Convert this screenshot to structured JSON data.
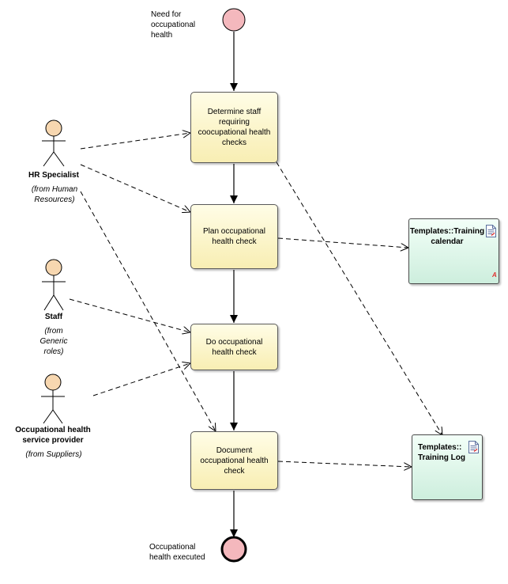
{
  "diagram": {
    "initial_node": {
      "label": "Need for occupational health"
    },
    "final_node": {
      "label": "Occupational health executed"
    },
    "actions": [
      {
        "id": "determine",
        "label": "Determine staff requiring coocupational health checks"
      },
      {
        "id": "plan",
        "label": "Plan occupational health check"
      },
      {
        "id": "do",
        "label": "Do occupational health check"
      },
      {
        "id": "document",
        "label": "Document occupational health check"
      }
    ],
    "actors": [
      {
        "id": "hr",
        "name": "HR Specialist",
        "from": "(from Human Resources)"
      },
      {
        "id": "staff",
        "name": "Staff",
        "from": "(from Generic roles)"
      },
      {
        "id": "ohsp",
        "name": "Occupational health service provider",
        "from": "(from Suppliers)"
      }
    ],
    "artifacts": [
      {
        "id": "calendar",
        "title": "Templates::Training calendar",
        "marker": "A"
      },
      {
        "id": "log",
        "title": "Templates:: Training Log"
      }
    ]
  },
  "colors": {
    "action_fill": "#f8eeb3",
    "artifact_fill": "#cdeedd",
    "actor_head": "#f7d7b0",
    "node_fill": "#f4b8bd",
    "stroke": "#000000"
  },
  "icons": [
    "actor-stick-figure-icon",
    "document-icon"
  ]
}
